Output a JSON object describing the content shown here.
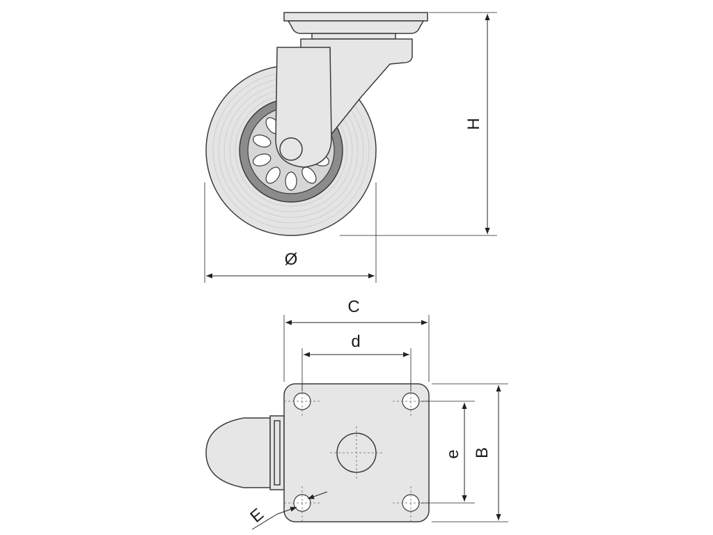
{
  "labels": {
    "height": "H",
    "diameter": "Ø",
    "plate_width": "C",
    "hole_spacing_width": "d",
    "plate_length": "B",
    "hole_spacing_length": "e",
    "hole_diameter": "E"
  }
}
